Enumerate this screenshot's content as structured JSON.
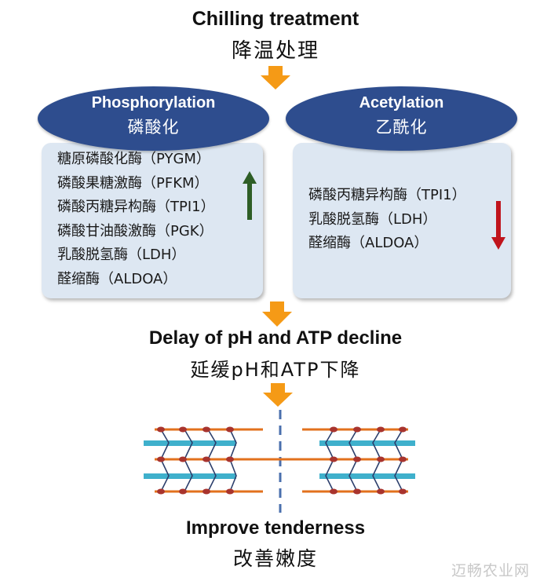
{
  "header": {
    "title_en": "Chilling treatment",
    "title_zh": "降温处理"
  },
  "phosphorylation": {
    "title_en": "Phosphorylation",
    "title_zh": "磷酸化",
    "enzymes": [
      "糖原磷酸化酶（PYGM）",
      "磷酸果糖激酶（PFKM）",
      "磷酸丙糖异构酶（TPI1）",
      "磷酸甘油酸激酶（PGK）",
      "乳酸脱氢酶（LDH）",
      "醛缩酶（ALDOA）"
    ],
    "trend": "up",
    "arrow_color": "#2e5e26"
  },
  "acetylation": {
    "title_en": "Acetylation",
    "title_zh": "乙酰化",
    "enzymes": [
      "磷酸丙糖异构酶（TPI1）",
      "乳酸脱氢酶（LDH）",
      "醛缩酶（ALDOA）"
    ],
    "trend": "down",
    "arrow_color": "#c0141c"
  },
  "middle": {
    "title_en": "Delay of pH and ATP decline",
    "title_zh": "延缓pH和ATP下降"
  },
  "footer": {
    "title_en": "Improve tenderness",
    "title_zh": "改善嫩度"
  },
  "watermark": "迈畅农业网",
  "colors": {
    "flow_arrow": "#f59a16",
    "ellipse": "#2e4d8e",
    "box": "#dde7f2",
    "thin_filament": "#e2711d",
    "actin_bead": "#a8342e",
    "thick_filament": "#3fb0cc",
    "z_line": "#4a6fad"
  },
  "icons": [
    "down-arrow-icon",
    "up-trend-arrow-icon",
    "down-trend-arrow-icon",
    "sarcomere-icon"
  ]
}
